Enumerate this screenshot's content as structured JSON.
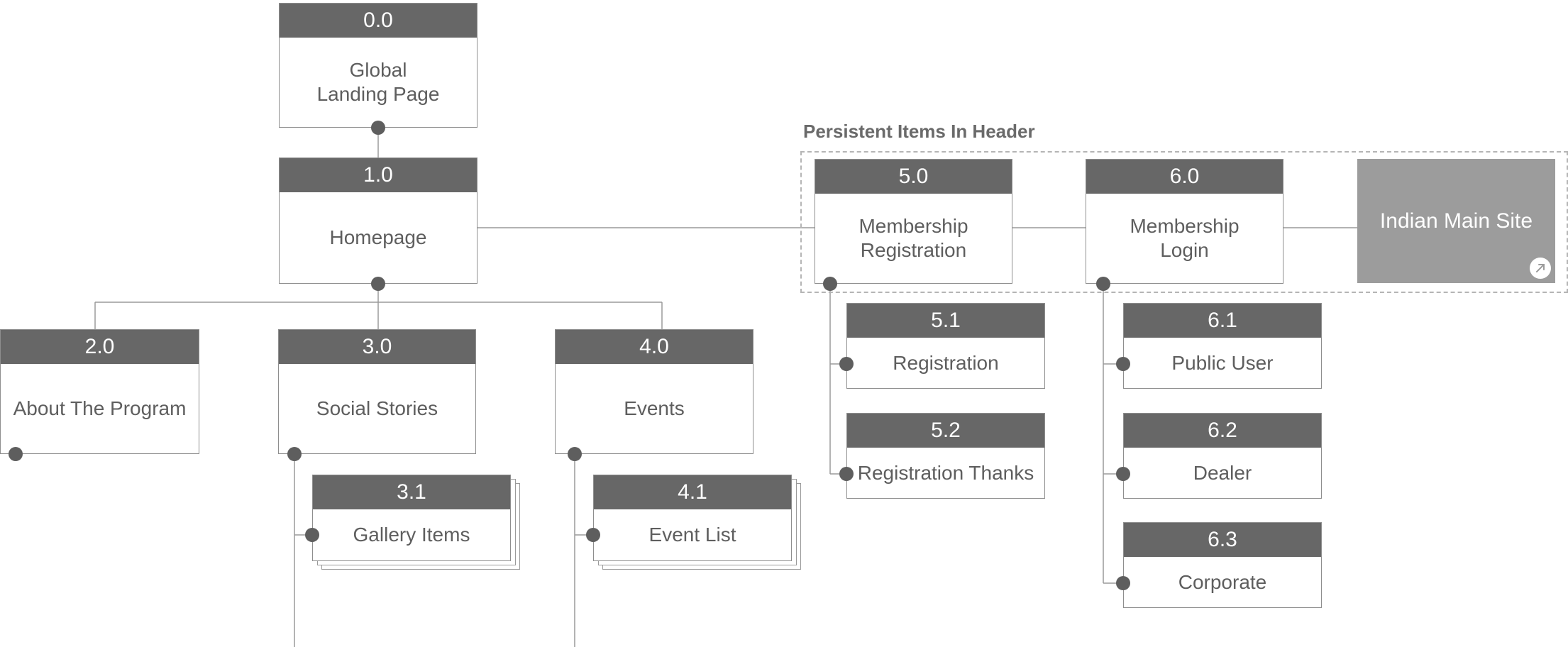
{
  "group": {
    "title": "Persistent Items In Header"
  },
  "nodes": {
    "n00": {
      "id": "0.0",
      "label": "Global\nLanding Page"
    },
    "n10": {
      "id": "1.0",
      "label": "Homepage"
    },
    "n20": {
      "id": "2.0",
      "label": "About The Program"
    },
    "n30": {
      "id": "3.0",
      "label": "Social Stories"
    },
    "n31": {
      "id": "3.1",
      "label": "Gallery Items"
    },
    "n40": {
      "id": "4.0",
      "label": "Events"
    },
    "n41": {
      "id": "4.1",
      "label": "Event List"
    },
    "n50": {
      "id": "5.0",
      "label": "Membership\nRegistration"
    },
    "n51": {
      "id": "5.1",
      "label": "Registration"
    },
    "n52": {
      "id": "5.2",
      "label": "Registration Thanks"
    },
    "n60": {
      "id": "6.0",
      "label": "Membership\nLogin"
    },
    "n61": {
      "id": "6.1",
      "label": "Public User"
    },
    "n62": {
      "id": "6.2",
      "label": "Dealer"
    },
    "n63": {
      "id": "6.3",
      "label": "Corporate"
    }
  },
  "external": {
    "label": "Indian Main Site",
    "icon": "external-link-icon"
  },
  "colors": {
    "header_fill": "#676767",
    "external_fill": "#9c9c9c",
    "connector": "#9a9a9a",
    "dot": "#5e5e5e"
  }
}
